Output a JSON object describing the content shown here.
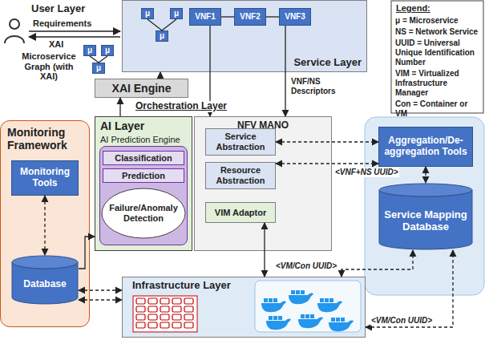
{
  "diagram": {
    "nodes": [
      {
        "text": [
          "Service Layer"
        ]
      },
      {
        "text": [
          "μ"
        ],
        "in": 0
      },
      {
        "text": [
          "μ"
        ],
        "in": 0
      },
      {
        "text": [
          "μ"
        ],
        "in": 0
      },
      {
        "text": [
          "VNF1"
        ],
        "in": 0
      },
      {
        "text": [
          "VNF2"
        ],
        "in": 0
      },
      {
        "text": [
          "VNF3"
        ],
        "in": 0
      },
      {
        "text": [
          "μ"
        ]
      },
      {
        "text": [
          "μ"
        ]
      },
      {
        "text": [
          "μ"
        ]
      },
      {
        "text": [
          "XAI Engine"
        ]
      },
      {
        "text": [
          "AI Layer",
          "AI Prediction Engine"
        ]
      },
      {
        "text": [
          "Classification"
        ],
        "in": 11
      },
      {
        "text": [
          "Prediction"
        ],
        "in": 11
      },
      {
        "text": [
          "Failure/Anomaly Detection"
        ],
        "in": 11
      },
      {
        "text": [
          "NFV MANO"
        ]
      },
      {
        "text": [
          "Service Abstraction"
        ],
        "in": 15
      },
      {
        "text": [
          "Resource Abstraction"
        ],
        "in": 15
      },
      {
        "text": [
          "VIM Adaptor"
        ],
        "in": 15
      },
      {
        "text": [
          "Monitoring Framework"
        ]
      },
      {
        "text": [
          "Monitoring Tools"
        ],
        "in": 19
      },
      {
        "text": [
          "Database"
        ],
        "in": 19
      },
      {
        "text": [
          "Aggregation/De-aggregation Tools"
        ]
      },
      {
        "text": [
          "Service Mapping Database"
        ]
      },
      {
        "text": [
          "Infrastructure Layer"
        ]
      }
    ],
    "edges": [
      {
        "from": 1,
        "to": 3,
        "arrow": "none"
      },
      {
        "from": 2,
        "to": 3,
        "arrow": "none"
      },
      {
        "from": 7,
        "to": 9,
        "arrow": "none"
      },
      {
        "from": 8,
        "to": 9,
        "arrow": "none"
      },
      {
        "from": 4,
        "to": 5,
        "arrow": "none"
      },
      {
        "from": 5,
        "to": 6,
        "arrow": "none"
      },
      {
        "from": 10,
        "to": 0,
        "arrow": "to"
      },
      {
        "from": 11,
        "to": 10,
        "arrow": "to"
      },
      {
        "from": 4,
        "to": 15,
        "arrow": "to"
      },
      {
        "from": 6,
        "to": 15,
        "label": "VNF/NS Descriptors",
        "arrow": "to"
      },
      {
        "from": 16,
        "to": 22,
        "arrow": "both"
      },
      {
        "from": 17,
        "to": 22,
        "label": "<VNF+NS UUID>",
        "arrow": "both"
      },
      {
        "from": 18,
        "to": 24,
        "arrow": "both"
      },
      {
        "from": 20,
        "to": 21,
        "arrow": "both"
      },
      {
        "from": 21,
        "to": 11,
        "arrow": "to"
      },
      {
        "from": 21,
        "to": 24,
        "arrow": "both"
      },
      {
        "from": 21,
        "to": 24,
        "arrow": "both"
      },
      {
        "from": 24,
        "to": 23,
        "label": "<VM/Con UUID>",
        "arrow": "both"
      },
      {
        "from": 24,
        "to": 23,
        "label": "<VM/Con UUID>",
        "arrow": "both"
      },
      {
        "from": 22,
        "to": 23,
        "arrow": "both"
      }
    ],
    "labels": [
      "User Layer",
      "Requirements",
      "XAI",
      "Microservice Graph (with XAI)",
      "Orchestration Layer",
      "Legend:"
    ],
    "legend": [
      {
        "text": "μ = Microservice"
      },
      {
        "text": "NS = Network Service"
      },
      {
        "text": "UUID = Universal Unique Identification Number"
      },
      {
        "text": "VIM = Virtualized Infrastructure Manager"
      },
      {
        "text": "Con = Container or VM"
      }
    ]
  }
}
